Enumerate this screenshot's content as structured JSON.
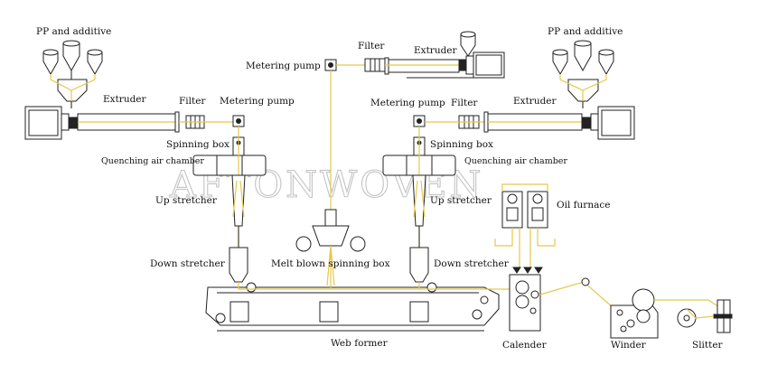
{
  "labels": {
    "pp_additive_left": "PP and additive",
    "pp_additive_right": "PP and additive",
    "filter_top": "Filter",
    "extruder_top": "Extruder",
    "metering_pump_top": "Metering pump",
    "extruder_left": "Extruder",
    "filter_left": "Filter",
    "metering_pump_left": "Metering pump",
    "metering_pump_right": "Metering pump",
    "filter_right": "Filter",
    "extruder_right": "Extruder",
    "spinning_box_left": "Spinning box",
    "spinning_box_right": "Spinning box",
    "quenching_left": "Quenching air chamber",
    "quenching_right": "Quenching air chamber",
    "up_stretcher_left": "Up stretcher",
    "up_stretcher_right": "Up stretcher",
    "oil_furnace": "Oil furnace",
    "down_stretcher_left": "Down stretcher",
    "down_stretcher_right": "Down stretcher",
    "melt_blown": "Melt blown spinning box",
    "web_former": "Web former",
    "calender": "Calender",
    "winder": "Winder",
    "slitter": "Slitter"
  },
  "watermark": "AFTONWOVEN",
  "colors": {
    "line": "#222222",
    "flow": "#e6c84a",
    "watermark": "#c4c4c4"
  }
}
